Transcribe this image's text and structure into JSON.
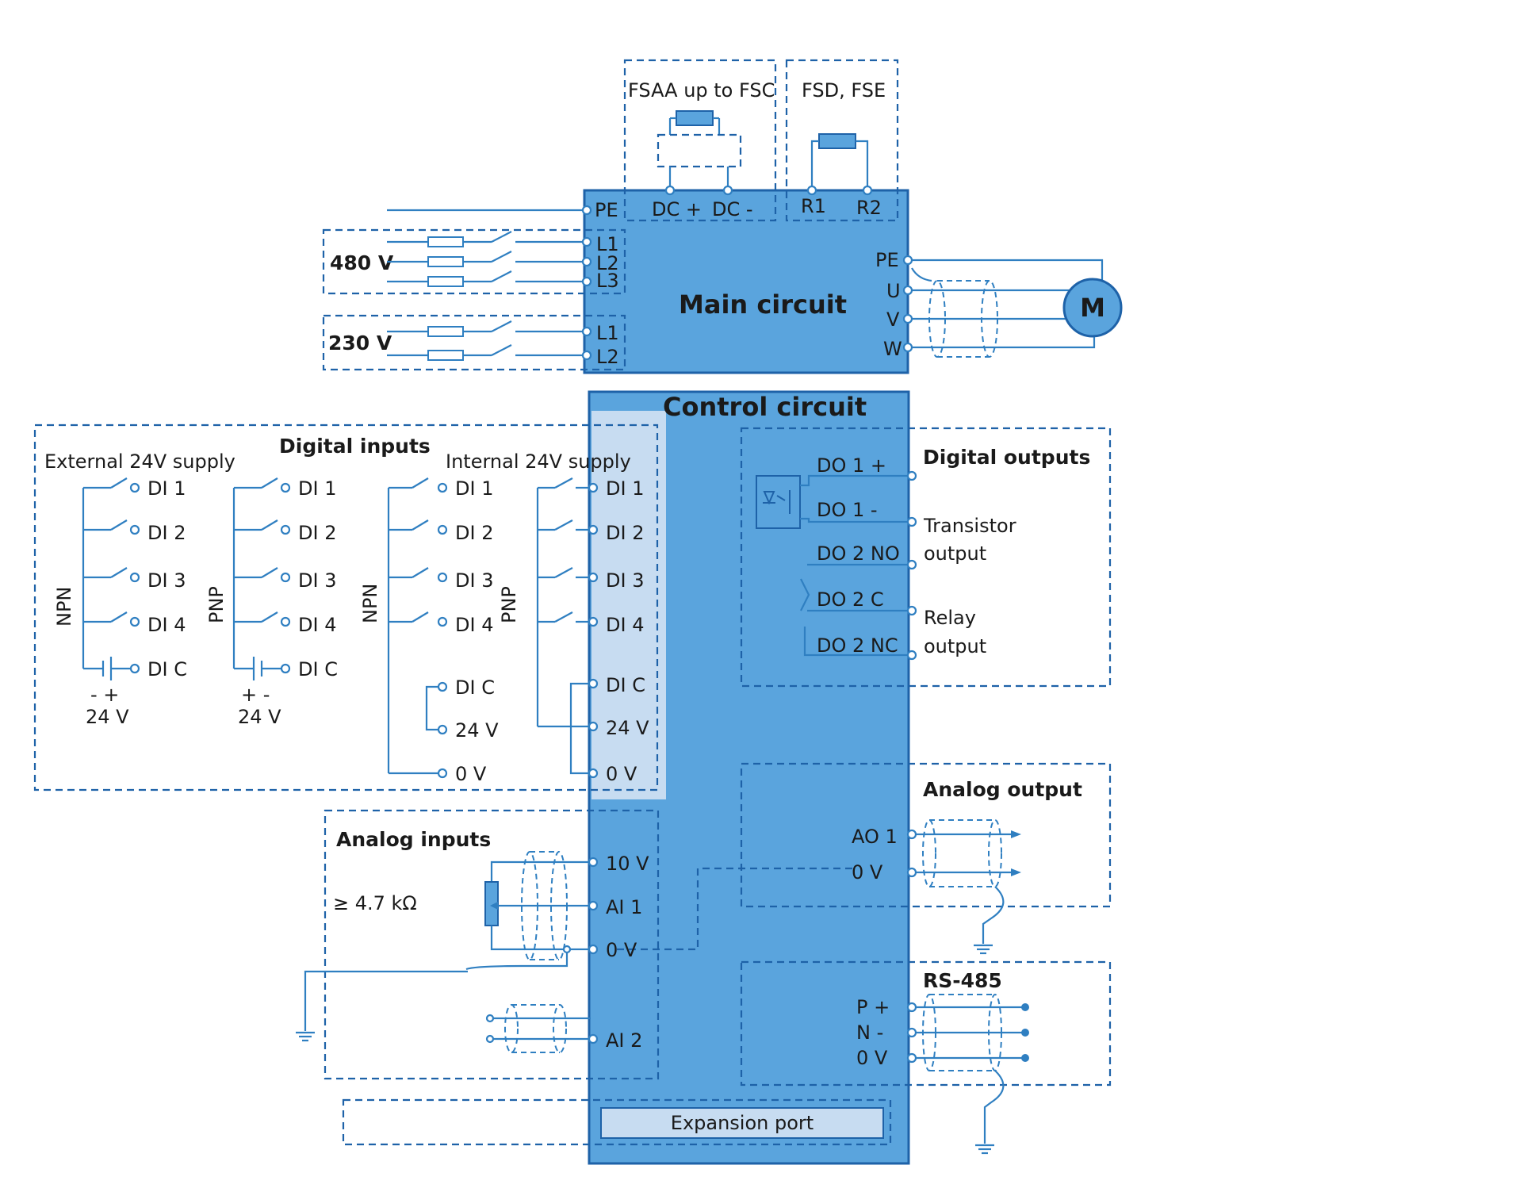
{
  "colors": {
    "block_fill": "#5aa4dd",
    "block_border": "#1e62a8",
    "highlight": "#c7dcf1",
    "wire": "#2f7fc1"
  },
  "main": {
    "title": "Main circuit",
    "variant_a": "FSAA up to FSC",
    "variant_b": "FSD, FSE",
    "dc_plus": "DC +",
    "dc_minus": "DC -",
    "r1": "R1",
    "r2": "R2",
    "pe_in": "PE",
    "supply_480": "480 V",
    "supply_230": "230 V",
    "l1": "L1",
    "l2": "L2",
    "l3": "L3",
    "pe_out": "PE",
    "u": "U",
    "v": "V",
    "w": "W",
    "motor": "M"
  },
  "control": {
    "title": "Control circuit",
    "expansion": "Expansion port"
  },
  "digital_inputs": {
    "title": "Digital inputs",
    "external": "External 24V supply",
    "internal": "Internal 24V supply",
    "npn": "NPN",
    "pnp": "PNP",
    "di1": "DI 1",
    "di2": "DI 2",
    "di3": "DI 3",
    "di4": "DI 4",
    "dic": "DI C",
    "v24": "24 V",
    "v0": "0 V",
    "pol_npn": "-  +",
    "pol_pnp": "+  -"
  },
  "digital_outputs": {
    "title": "Digital outputs",
    "do1p": "DO 1 +",
    "do1m": "DO 1 -",
    "do2no": "DO 2 NO",
    "do2c": "DO 2 C",
    "do2nc": "DO 2 NC",
    "transistor_1": "Transistor",
    "transistor_2": "output",
    "relay_1": "Relay",
    "relay_2": "output"
  },
  "analog_inputs": {
    "title": "Analog inputs",
    "resistance": "≥ 4.7 kΩ",
    "v10": "10 V",
    "ai1": "AI 1",
    "v0": "0 V",
    "ai2": "AI 2"
  },
  "analog_output": {
    "title": "Analog output",
    "ao1": "AO 1",
    "v0": "0 V"
  },
  "rs485": {
    "title": "RS-485",
    "p": "P +",
    "n": "N -",
    "v0": "0 V"
  }
}
